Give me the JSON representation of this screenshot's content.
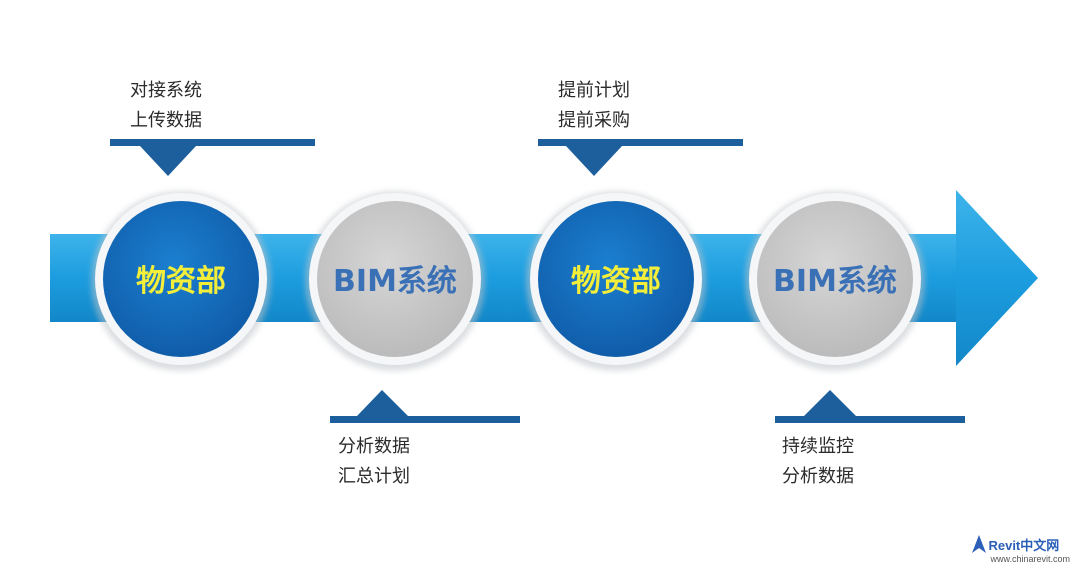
{
  "nodes": [
    {
      "id": "n1",
      "label": "物资部",
      "kind": "dept"
    },
    {
      "id": "n2",
      "label": "BIM系统",
      "kind": "system"
    },
    {
      "id": "n3",
      "label": "物资部",
      "kind": "dept"
    },
    {
      "id": "n4",
      "label": "BIM系统",
      "kind": "system"
    }
  ],
  "notes": {
    "top1": [
      "对接系统",
      "上传数据"
    ],
    "bottom1": [
      "分析数据",
      "汇总计划"
    ],
    "top2": [
      "提前计划",
      "提前采购"
    ],
    "bottom2": [
      "持续监控",
      "分析数据"
    ]
  },
  "watermark": {
    "brand": "Revit中文网",
    "url": "www.chinarevit.com"
  },
  "colors": {
    "arrow": "#1c9ddf",
    "dept_fill": "#1268b8",
    "dept_text": "#f3ee3a",
    "system_fill": "#c9c9c9",
    "system_text": "#3a70b5",
    "pointer": "#1d5f9c"
  }
}
